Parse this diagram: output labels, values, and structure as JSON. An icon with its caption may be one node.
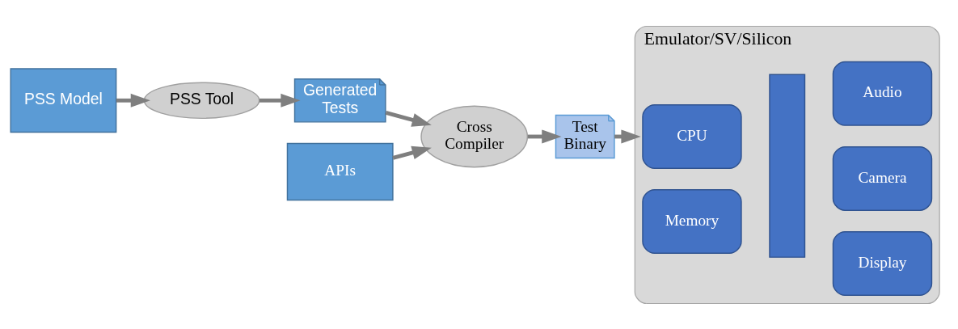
{
  "diagram": {
    "nodes": [
      {
        "text": [
          "PSS Model"
        ]
      },
      {
        "text": [
          "PSS Tool"
        ]
      },
      {
        "text": [
          "Generated Tests"
        ]
      },
      {
        "text": [
          "APIs"
        ]
      },
      {
        "text": [
          "Cross Compiler"
        ]
      },
      {
        "text": [
          "Test Binary"
        ]
      },
      {
        "text": [
          "Emulator/SV/Silicon"
        ]
      },
      {
        "text": [
          "CPU"
        ],
        "in": 6
      },
      {
        "text": [
          "Memory"
        ],
        "in": 6
      },
      {
        "text": [],
        "shape": "double-arrow",
        "in": 6
      },
      {
        "text": [
          "Camera"
        ],
        "in": 6
      },
      {
        "text": [
          "Display"
        ],
        "in": 6
      },
      {
        "text": [
          "Audio"
        ],
        "in": 6
      }
    ],
    "edges": [
      {
        "from": 0,
        "to": 1,
        "arrow": "to"
      },
      {
        "from": 1,
        "to": 2,
        "arrow": "to"
      },
      {
        "from": 2,
        "to": 4,
        "arrow": "to"
      },
      {
        "from": 3,
        "to": 4,
        "arrow": "to"
      },
      {
        "from": 4,
        "to": 5,
        "arrow": "to"
      },
      {
        "from": 5,
        "to": 6,
        "arrow": "to"
      }
    ]
  }
}
